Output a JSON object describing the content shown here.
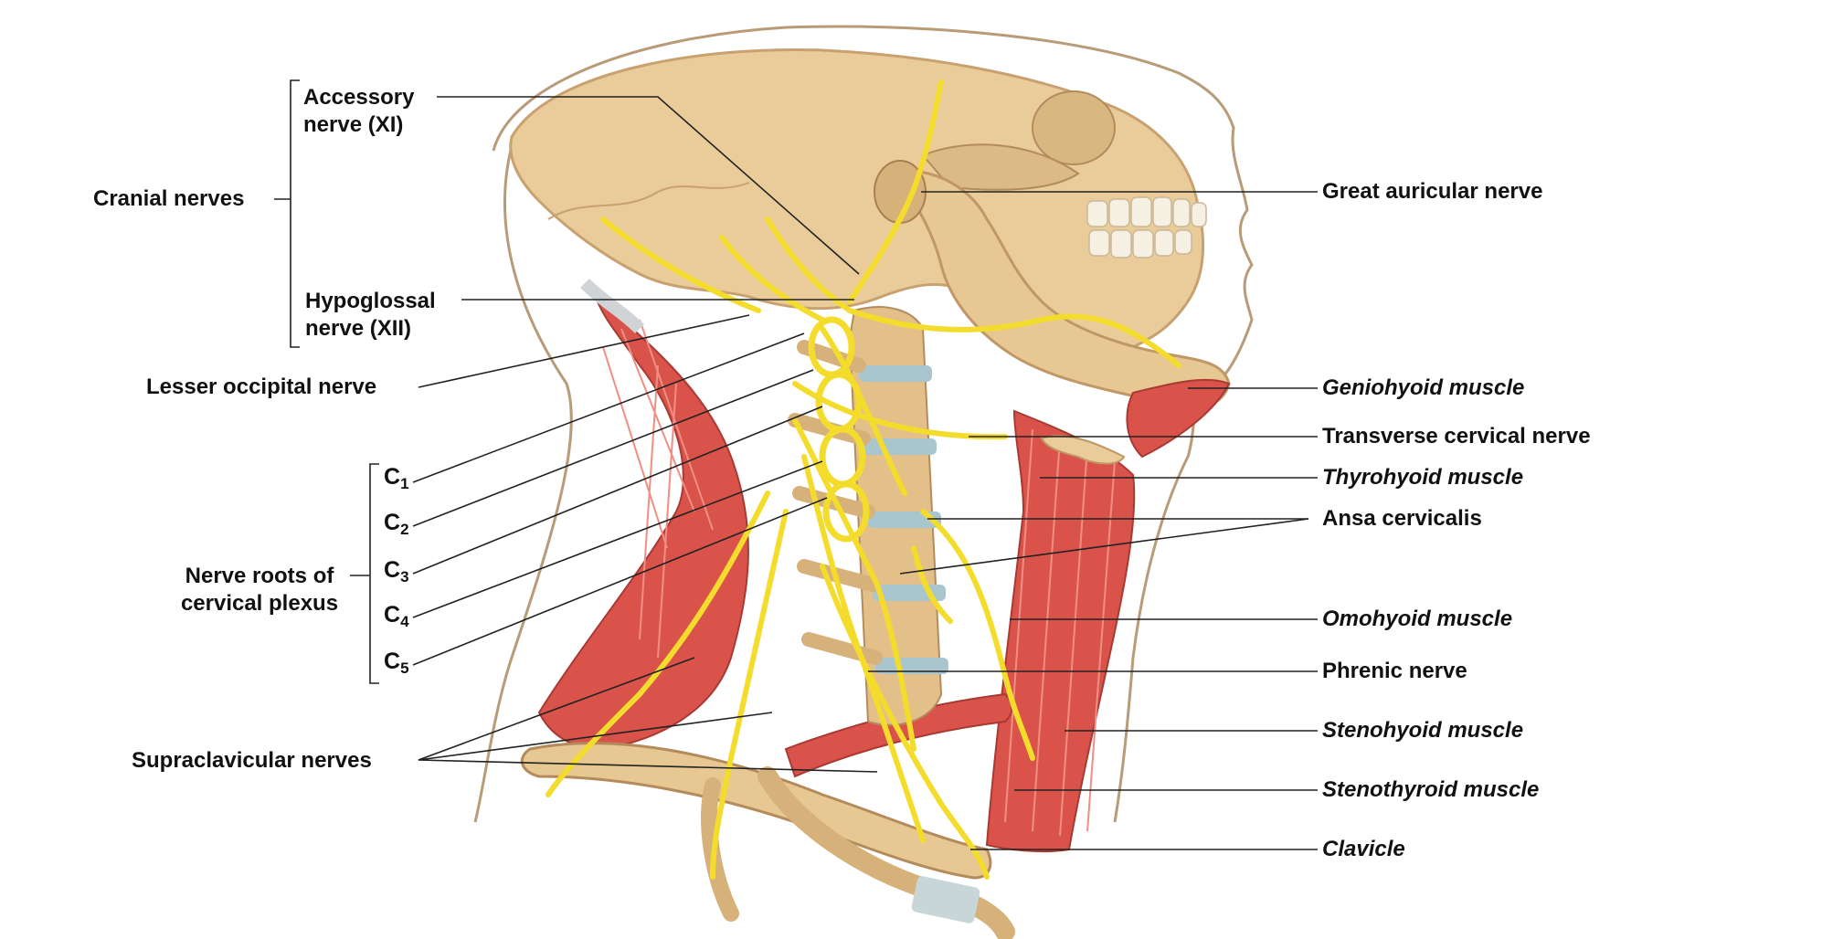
{
  "colors": {
    "bone": "#e9cc9a",
    "bone_dark": "#c9a170",
    "muscle": "#d9534a",
    "muscle_light": "#ef8f84",
    "nerve": "#f4dc2c",
    "nerve_dark": "#c9a714",
    "disc": "#a9c6cf",
    "skin_outline": "#b89b78",
    "leader": "#222222"
  },
  "left_labels": {
    "cranial_nerves": "Cranial nerves",
    "accessory_nerve": "Accessory nerve (XI)",
    "hypoglossal_nerve": "Hypoglossal nerve (XII)",
    "lesser_occipital_nerve": "Lesser occipital nerve",
    "nerve_roots": "Nerve roots of cervical plexus",
    "supraclavicular_nerves": "Supraclavicular nerves"
  },
  "roots": [
    {
      "letter": "C",
      "num": "1"
    },
    {
      "letter": "C",
      "num": "2"
    },
    {
      "letter": "C",
      "num": "3"
    },
    {
      "letter": "C",
      "num": "4"
    },
    {
      "letter": "C",
      "num": "5"
    }
  ],
  "right_labels": [
    {
      "text": "Great auricular nerve",
      "italic": false
    },
    {
      "text": "Geniohyoid muscle",
      "italic": true
    },
    {
      "text": "Transverse cervical nerve",
      "italic": false
    },
    {
      "text": "Thyrohyoid muscle",
      "italic": true
    },
    {
      "text": "Ansa cervicalis",
      "italic": false
    },
    {
      "text": "Omohyoid muscle",
      "italic": true
    },
    {
      "text": "Phrenic nerve",
      "italic": false
    },
    {
      "text": "Stenohyoid muscle",
      "italic": true
    },
    {
      "text": "Stenothyroid muscle",
      "italic": true
    },
    {
      "text": "Clavicle",
      "italic": true
    }
  ]
}
